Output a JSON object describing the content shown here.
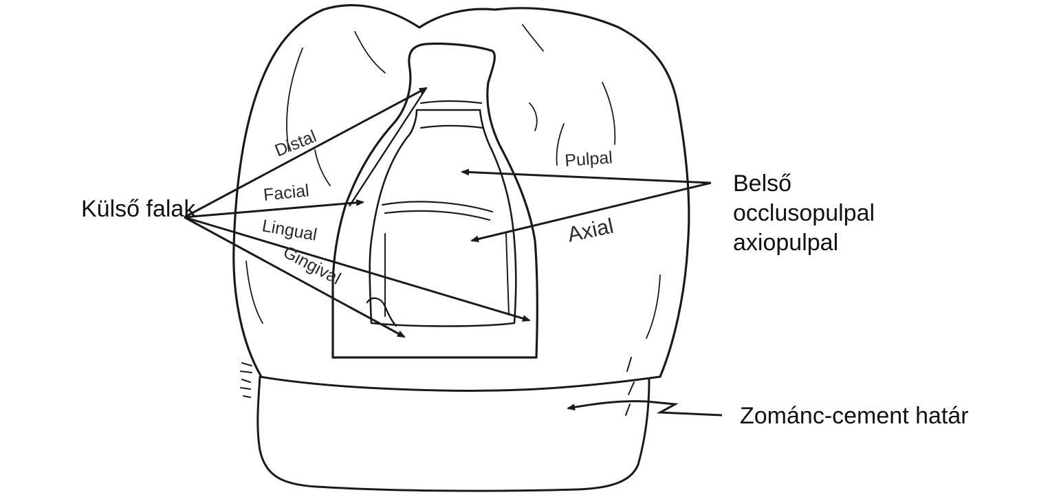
{
  "labels": {
    "outer_walls": "Külső falak",
    "inner": [
      "Belső",
      "occlusopulpal",
      "axiopulpal"
    ],
    "cej": "Zománc-cement határ"
  },
  "walls": {
    "distal": "Distal",
    "facial": "Facial",
    "lingual": "Lingual",
    "gingival": "Gingival",
    "pulpal": "Pulpal",
    "axial": "Axial"
  },
  "colors": {
    "ink": "#1a1a1a",
    "background": "#ffffff"
  }
}
